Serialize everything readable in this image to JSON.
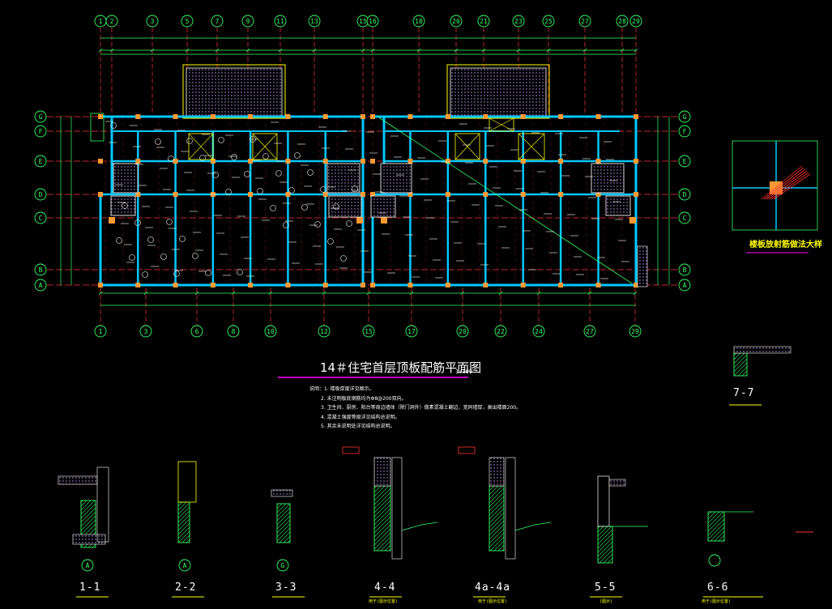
{
  "drawing": {
    "title": "14＃住宅首层顶板配筋平面图",
    "scale": "1:100",
    "notes": [
      "说明：1. 楼板厚度详见图示。",
      "2. 未注明板底钢筋均为Φ8@200双向。",
      "3. 卫生间、厨房、阳台等周边墙体（除门洞外）做素混凝土翻边，宽同墙厚，高出楼面200。",
      "4. 混凝土强度等级详见结构总说明。",
      "5. 其余未说明处详见结构总说明。"
    ]
  },
  "axes": {
    "top": [
      "1",
      "2",
      "3",
      "5",
      "7",
      "9",
      "11",
      "13",
      "15",
      "16",
      "18",
      "20",
      "21",
      "23",
      "25",
      "27",
      "28",
      "29"
    ],
    "bottom": [
      "1",
      "3",
      "6",
      "8",
      "10",
      "12",
      "15",
      "17",
      "20",
      "22",
      "24",
      "27",
      "29"
    ],
    "left": [
      "G",
      "F",
      "E",
      "D",
      "C",
      "B",
      "A"
    ],
    "right": [
      "G",
      "F",
      "E",
      "D",
      "C",
      "B",
      "A"
    ]
  },
  "detail": {
    "title": "楼板放射筋做法大样"
  },
  "sections": [
    {
      "label": "1-1",
      "axis": "A",
      "sub": ""
    },
    {
      "label": "2-2",
      "axis": "A",
      "sub": ""
    },
    {
      "label": "3-3",
      "axis": "G",
      "sub": ""
    },
    {
      "label": "4-4",
      "axis": "",
      "sub": "用于(图示位置)"
    },
    {
      "label": "4a-4a",
      "axis": "",
      "sub": "用于(图示位置)"
    },
    {
      "label": "5-5",
      "axis": "",
      "sub": "(图示)"
    },
    {
      "label": "6-6",
      "axis": "",
      "sub": "用于(图示位置)"
    },
    {
      "label": "7-7",
      "axis": "",
      "sub": ""
    }
  ],
  "colors": {
    "background": "#000000",
    "axis_lines": "#ff3333",
    "walls": "#00c8ff",
    "columns": "#ff9933",
    "dimensions": "#33ff66",
    "text": "#ffffff",
    "hatch": "#c8a0ff",
    "highlight": "#ffff00",
    "axis_bubble": "#33ff66"
  }
}
